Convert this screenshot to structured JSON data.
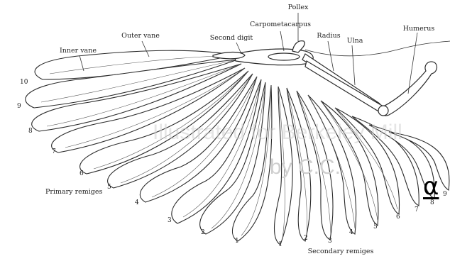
{
  "labels": {
    "pollex": "Pollex",
    "carpometacarpus": "Carpometacarpus",
    "outer_vane": "Outer vane",
    "second_digit": "Second digit",
    "radius": "Radius",
    "ulna": "Ulna",
    "humerus": "Humerus",
    "inner_vane": "Inner vane",
    "primary_remiges": "Primary remiges",
    "secondary_remiges": "Secondary remiges"
  },
  "primary_numbers": [
    "10",
    "9",
    "8",
    "7",
    "6",
    "5",
    "4",
    "3",
    "2",
    "1"
  ],
  "secondary_numbers": [
    "1",
    "2",
    "3",
    "4",
    "5",
    "6",
    "7",
    "8",
    "9"
  ],
  "watermark": {
    "line1": "Illustrated for Berkeley Mill",
    "line2": "by C.C."
  },
  "symbol": "α"
}
